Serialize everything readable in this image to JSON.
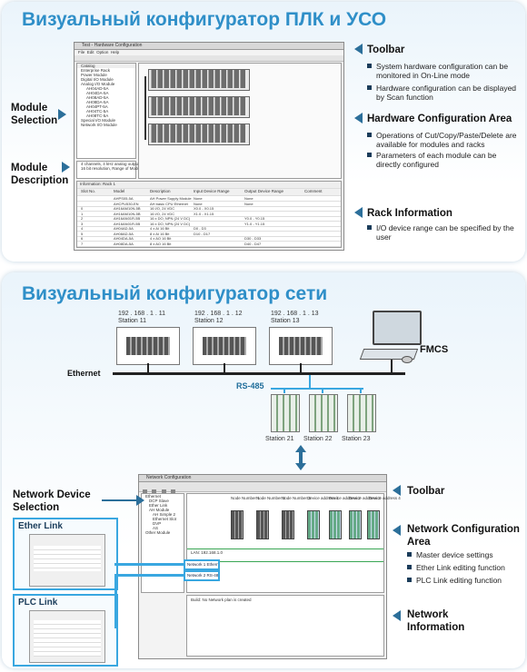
{
  "plc": {
    "title": "Визуальный конфигуратор ПЛК и УСО",
    "window_title": "Test - Hardware Configuration",
    "menu": [
      "File",
      "Edit",
      "Option",
      "Help"
    ],
    "catalog": {
      "header": "Catalog",
      "items": [
        "Enterprise Rack",
        "Power Module",
        "Digital I/O Module",
        "Analog I/O Module",
        "AH04AD-5A",
        "AH04DA-5A",
        "AH08AD-5A",
        "AH08DA-5A",
        "AH04PT-5A",
        "AH04TC-5A",
        "AH08TC-5A",
        "Special I/O Module",
        "Network I/O Module"
      ]
    },
    "description_text": [
      "4 channels, 4 kHz analog output, AH04",
      "16 bit resolution, Range of Mode 1 & 5V"
    ],
    "info_header": "Information: Rack 1",
    "grid_headers": [
      "Slot No.",
      "Model",
      "Description",
      "Input Device Range",
      "Output Device Range",
      "Comment"
    ],
    "grid_rows": [
      [
        "",
        "AHPS05-5A",
        "AH Power Supply Module",
        "None",
        "None",
        ""
      ],
      [
        "",
        "AHCPU530-EN",
        "AH basic CPU Ethernet",
        "None",
        "None",
        ""
      ],
      [
        "0",
        "AH16AM10N-5B",
        "16 I/O, 24 VDC",
        "X0.0 - X0.15",
        "",
        ""
      ],
      [
        "1",
        "AH16AM10N-5B",
        "16 I/O, 24 VDC",
        "X1.0 - X1.15",
        "",
        ""
      ],
      [
        "2",
        "AH16AN01R-5B",
        "16 x DO, NPN (24 V DC)",
        "",
        "Y0.0 - Y0.15",
        ""
      ],
      [
        "3",
        "AH16AN01R-5B",
        "16 x DO, NPN (24 V DC)",
        "",
        "Y1.0 - Y1.15",
        ""
      ],
      [
        "4",
        "AH04AD-5A",
        "4 x AI 16 Bit",
        "D0 - D3",
        "",
        ""
      ],
      [
        "5",
        "AH08AD-5A",
        "8 x AI 16 Bit",
        "D10 - D17",
        "",
        ""
      ],
      [
        "6",
        "AH04DA-5A",
        "4 x AO 16 Bit",
        "",
        "D30 - D33",
        ""
      ],
      [
        "7",
        "AH08DA-5A",
        "8 x AO 16 Bit",
        "",
        "D40 - D47",
        ""
      ]
    ],
    "labels": {
      "module_selection": "Module Selection",
      "module_description": "Module Description",
      "toolbar": "Toolbar",
      "hw_area": "Hardware Configuration Area",
      "rack_info": "Rack Information"
    },
    "bullets": {
      "toolbar": [
        "System hardware configuration can be monitored in On-Line mode",
        "Hardware configuration can be displayed by Scan function"
      ],
      "hw_area": [
        "Operations of Cut/Copy/Paste/Delete are available for modules and racks",
        "Parameters of each module can be directly configured"
      ],
      "rack_info": [
        "I/O device range can be specified by the user"
      ]
    }
  },
  "net": {
    "title": "Визуальный конфигуратор сети",
    "stations": [
      {
        "ip": "192 . 168 . 1 . 11",
        "name": "Station 11"
      },
      {
        "ip": "192 . 168 . 1 . 12",
        "name": "Station 12"
      },
      {
        "ip": "192 . 168 . 1 . 13",
        "name": "Station 13"
      }
    ],
    "ethernet": "Ethernet",
    "rs485": "RS-485",
    "fmcs": "FMCS",
    "rs_stations": [
      "Station 21",
      "Station 22",
      "Station 23"
    ],
    "window_title": "Network Configuration",
    "tree_items": [
      "Ethernet",
      "DCP Slave",
      "Ether Link",
      "AH Module",
      "AH Simple 2",
      "Ethernet Slot",
      "DVP",
      "AS",
      "Other Module"
    ],
    "node_headers": [
      "Node Number 1",
      "Node Number 2",
      "Node Number 3",
      "Device address 1",
      "Device address 2",
      "Device address 3",
      "Device address 4"
    ],
    "net_boxes": [
      "Network 1 Ethernet",
      "Network 2 RS-485"
    ],
    "net_lan_label": "LAN: 192.168.1.0",
    "info_text": "Build: No Network plan is created",
    "labels": {
      "network_device": "Network Device Selection",
      "ether_link": "Ether Link",
      "plc_link": "PLC Link",
      "toolbar": "Toolbar",
      "net_area": "Network Configuration Area",
      "net_info": "Network Information"
    },
    "bullets": {
      "net_area": [
        "Master device settings",
        "Ether Link editing function",
        "PLC Link editing function"
      ]
    }
  },
  "colors": {
    "title": "#2f8fc8",
    "arrow": "#2c6f9a",
    "highlight": "#39a7e0",
    "rs485_line": "#39a7e0"
  }
}
